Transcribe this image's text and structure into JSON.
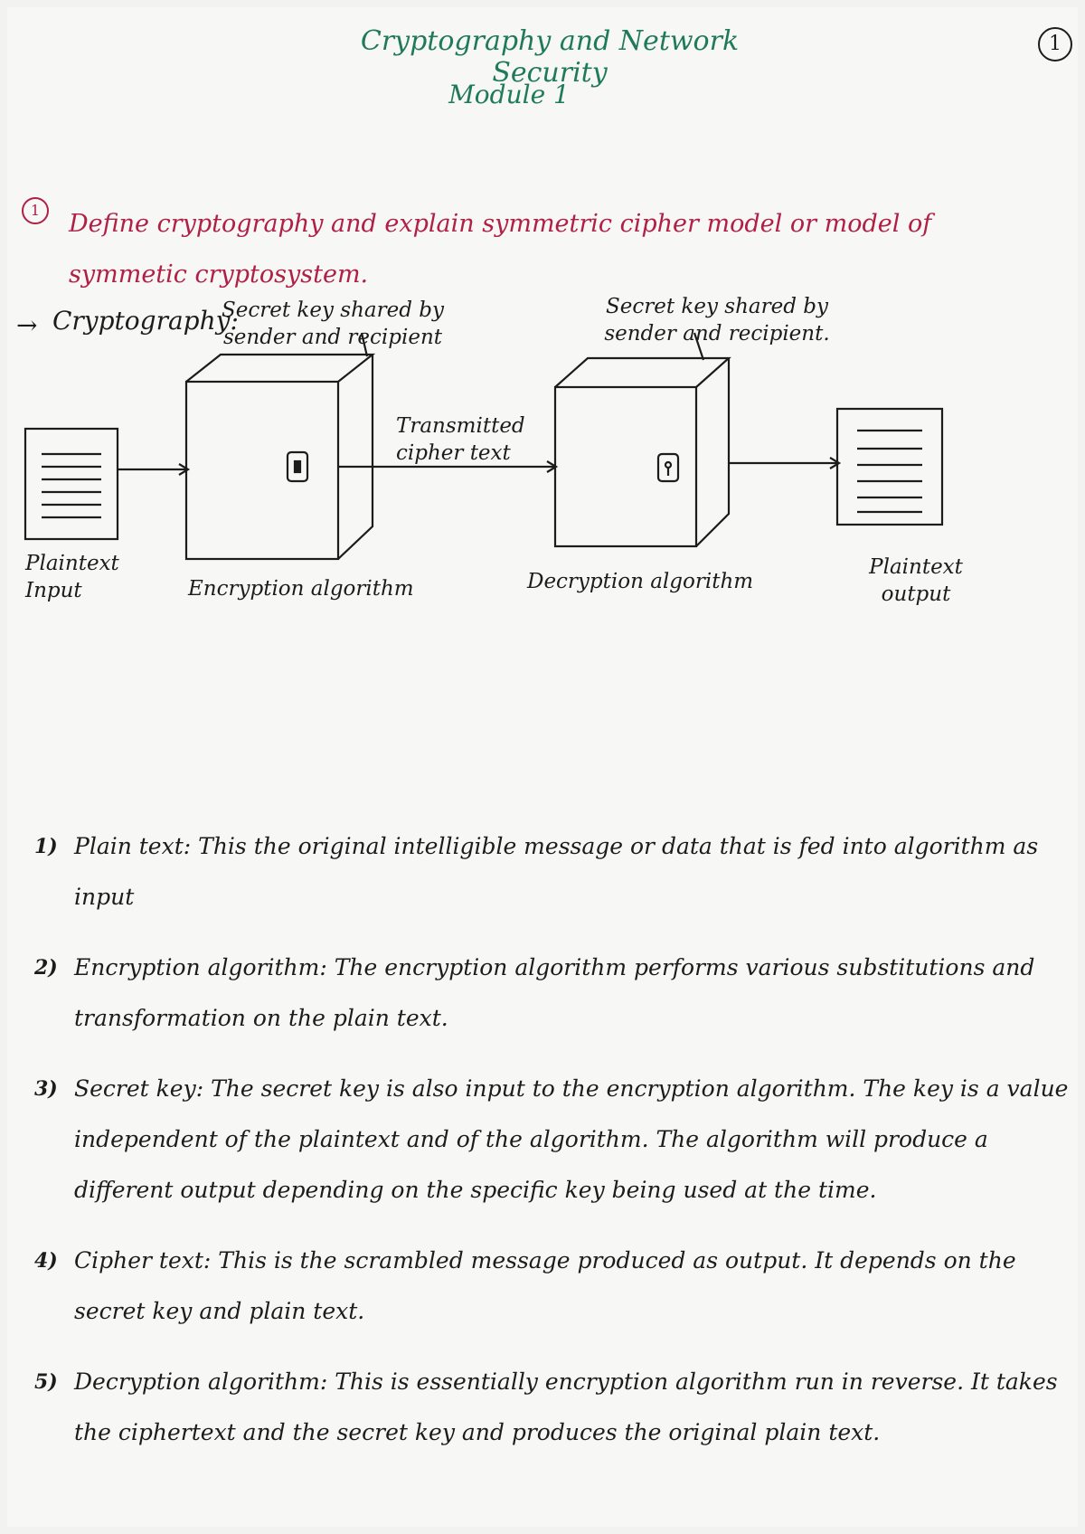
{
  "header": {
    "title": "Cryptography and Network Security",
    "module": "Module 1",
    "page_number": "1"
  },
  "question": {
    "number": "1",
    "text": "Define cryptography and explain symmetric cipher model or model of symmetic cryptosystem."
  },
  "diagram": {
    "answer_label": "Cryptography:",
    "key_label_left": "Secret key shared by sender and recipient",
    "key_label_right": "Secret key shared by sender and recipient.",
    "transmitted_label": "Transmitted cipher text",
    "plaintext_input": "Plaintext Input",
    "encryption_label": "Encryption algorithm",
    "decryption_label": "Decryption algorithm",
    "plaintext_output": "Plaintext output"
  },
  "notes": [
    {
      "num": "1)",
      "term": "Plain text:",
      "text": "This the original intelligible message or data that is fed into algorithm as input"
    },
    {
      "num": "2)",
      "term": "Encryption algorithm:",
      "text": "The encryption algorithm performs various substitutions and transformation on the plain text."
    },
    {
      "num": "3)",
      "term": "Secret key:",
      "text": "The secret key is also input to the encryption algorithm. The key is a value independent of the plaintext and of the algorithm. The algorithm will produce a different output depending on the specific key being used at the time."
    },
    {
      "num": "4)",
      "term": "Cipher text:",
      "text": "This is the scrambled message produced as output. It depends on the secret key and plain text."
    },
    {
      "num": "5)",
      "term": "Decryption algorithm:",
      "text": "This is essentially encryption algorithm run in reverse. It takes the ciphertext and the secret key and produces the original plain text."
    }
  ],
  "colors": {
    "title_green": "#1f7a5c",
    "question_red": "#b02045",
    "ink": "#1c1c1c"
  }
}
